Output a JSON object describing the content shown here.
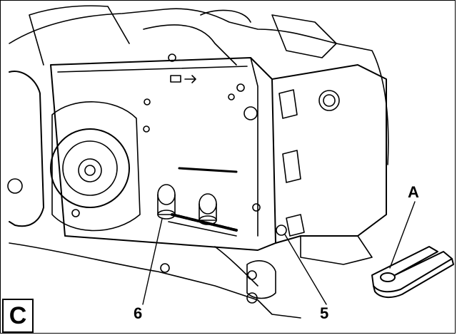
{
  "figure": {
    "panel_label": "C",
    "callouts": {
      "tool": "A",
      "screw_left": "6",
      "screw_right": "5"
    },
    "icons": [
      "chainsaw-body-illustration",
      "chain-direction-symbol",
      "combination-tool-illustration"
    ]
  }
}
